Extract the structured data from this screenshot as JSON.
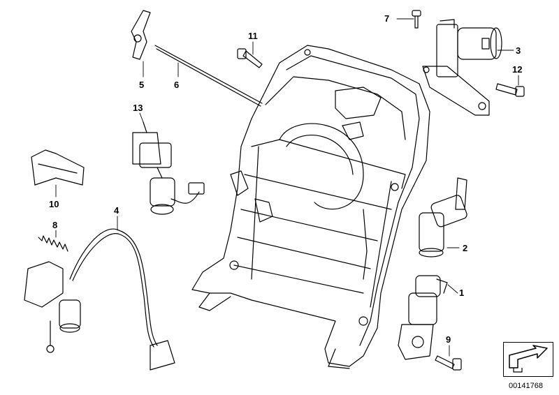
{
  "diagram": {
    "callouts": [
      {
        "id": "c1",
        "label": "1"
      },
      {
        "id": "c2",
        "label": "2"
      },
      {
        "id": "c3",
        "label": "3"
      },
      {
        "id": "c4",
        "label": "4"
      },
      {
        "id": "c5",
        "label": "5"
      },
      {
        "id": "c6",
        "label": "6"
      },
      {
        "id": "c7",
        "label": "7"
      },
      {
        "id": "c8",
        "label": "8"
      },
      {
        "id": "c9",
        "label": "9"
      },
      {
        "id": "c10",
        "label": "10"
      },
      {
        "id": "c11",
        "label": "11"
      },
      {
        "id": "c12",
        "label": "12"
      },
      {
        "id": "c13",
        "label": "13"
      }
    ],
    "catalog_number": "00141768",
    "nav_icon": "return-arrow-icon",
    "colors": {
      "line": "#000000",
      "background": "#ffffff"
    }
  }
}
